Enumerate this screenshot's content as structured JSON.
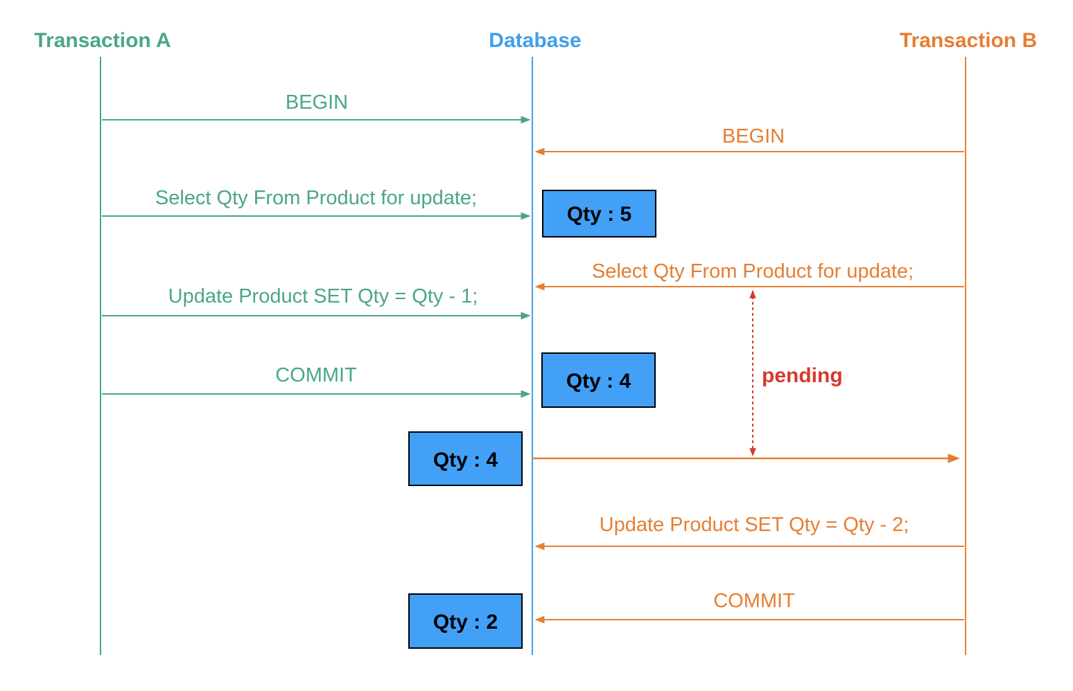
{
  "colors": {
    "transaction_a": "#4aa688",
    "database": "#3f9fe8",
    "transaction_b": "#e67e32",
    "value_box_fill": "#42a0f7",
    "value_box_border": "#000000",
    "pending": "#d8382c"
  },
  "actors": {
    "transaction_a": "Transaction A",
    "database": "Database",
    "transaction_b": "Transaction B"
  },
  "messages": {
    "a_begin": "BEGIN",
    "b_begin": "BEGIN",
    "a_select": "Select Qty From Product for update;",
    "b_select": "Select Qty From Product for update;",
    "a_update": "Update Product SET Qty = Qty - 1;",
    "a_commit": "COMMIT",
    "b_update": "Update Product SET Qty = Qty - 2;",
    "b_commit": "COMMIT"
  },
  "values": {
    "qty_initial": "Qty : 5",
    "qty_after_a_commit": "Qty : 4",
    "qty_read_by_b": "Qty : 4",
    "qty_final": "Qty : 2"
  },
  "pending_label": "pending"
}
